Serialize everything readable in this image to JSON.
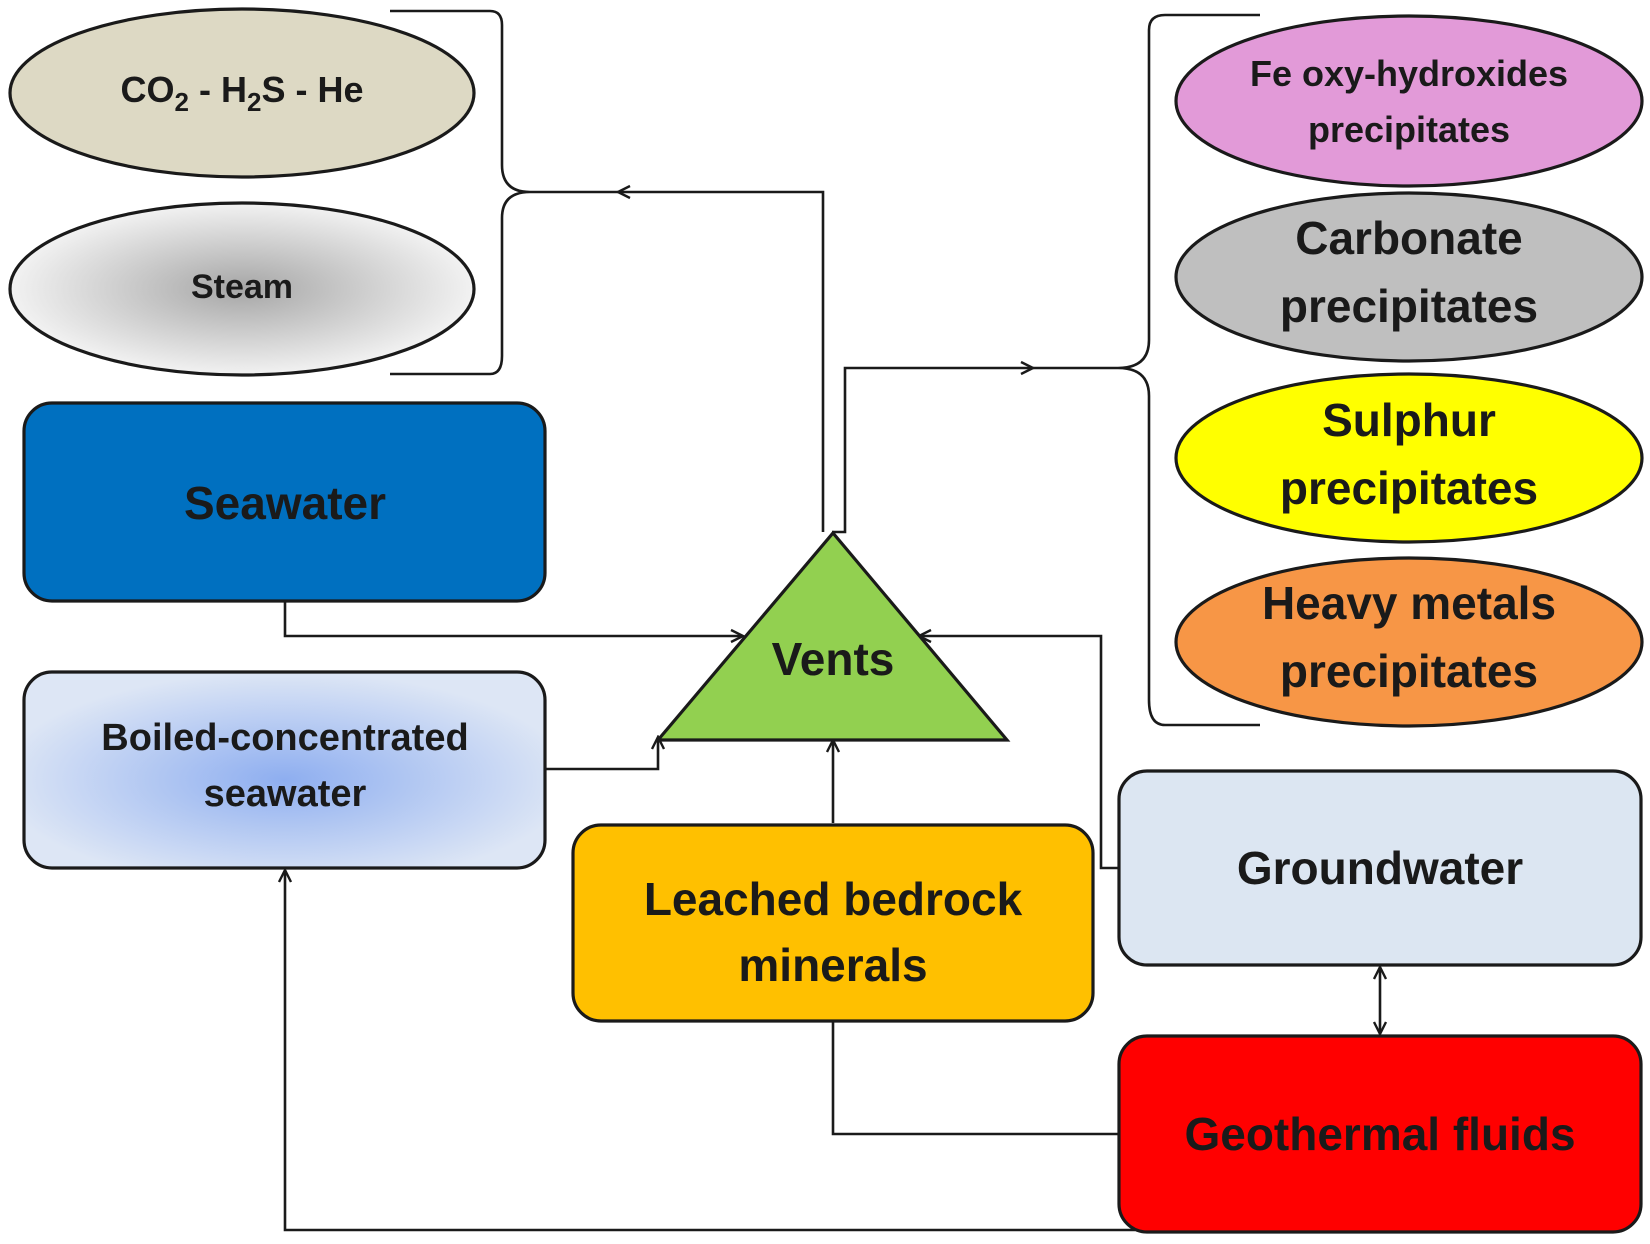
{
  "gases": {
    "co2_h2s_he": {
      "parts": [
        {
          "text": "CO",
          "sub": false
        },
        {
          "text": "2",
          "sub": true
        },
        {
          "text": " - H",
          "sub": false
        },
        {
          "text": "2",
          "sub": true
        },
        {
          "text": "S - He",
          "sub": false
        }
      ]
    },
    "steam": "Steam"
  },
  "sources": {
    "seawater": "Seawater",
    "boiled_line1": "Boiled-concentrated",
    "boiled_line2": "seawater",
    "leached_line1": "Leached bedrock",
    "leached_line2": "minerals",
    "groundwater": "Groundwater",
    "geothermal": "Geothermal fluids"
  },
  "vents": "Vents",
  "precipitates": {
    "fe_line1": "Fe oxy-hydroxides",
    "fe_line2": "precipitates",
    "carbonate_line1": "Carbonate",
    "carbonate_line2": "precipitates",
    "sulphur_line1": "Sulphur",
    "sulphur_line2": "precipitates",
    "heavy_line1": "Heavy metals",
    "heavy_line2": "precipitates"
  },
  "colors": {
    "gas_fill": "#ddd9c4",
    "steam_center": "#a6a6a6",
    "steam_edge": "#f2f2f2",
    "seawater": "#0070c0",
    "boiled_center": "#8eaef0",
    "boiled_edge": "#dde6f5",
    "leached": "#ffc000",
    "groundwater": "#dce6f2",
    "geothermal": "#ff0000",
    "vents": "#92d050",
    "fe": "#e29ad8",
    "carbonate": "#bfbfbf",
    "sulphur": "#ffff00",
    "heavy": "#f79646",
    "stroke": "#1a1a1a"
  }
}
